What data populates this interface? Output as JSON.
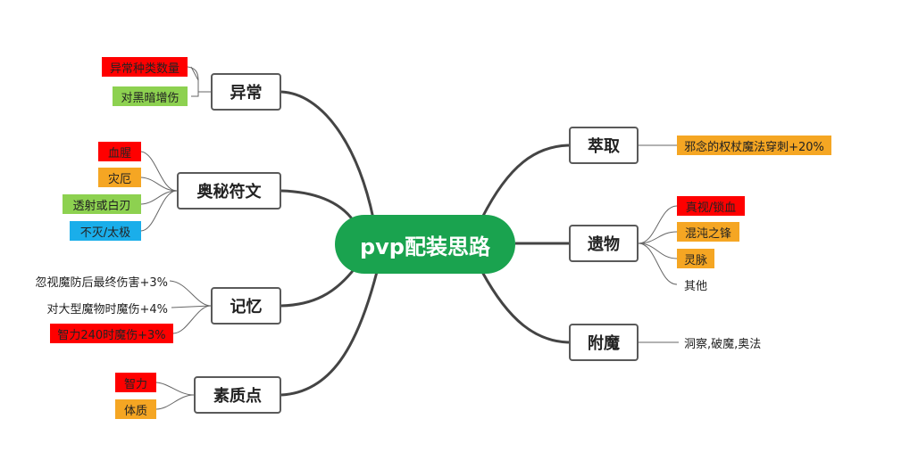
{
  "center": "pvp配装思路",
  "colors": {
    "center": "#1aa34f",
    "red": "#ff0000",
    "orange": "#f5a623",
    "green": "#8dd150",
    "blue": "#1aaeea"
  },
  "branches": {
    "yichang": {
      "title": "异常",
      "items": [
        {
          "text": "异常种类数量",
          "color": "red"
        },
        {
          "text": "对黑暗增伤",
          "color": "green"
        }
      ]
    },
    "aomi": {
      "title": "奥秘符文",
      "items": [
        {
          "text": "血腥",
          "color": "red"
        },
        {
          "text": "灾厄",
          "color": "orange"
        },
        {
          "text": "透射或白刃",
          "color": "green"
        },
        {
          "text": "不灭/太极",
          "color": "blue"
        }
      ]
    },
    "jiyi": {
      "title": "记忆",
      "items": [
        {
          "text": "忽视魔防后最终伤害+3%",
          "color": "none"
        },
        {
          "text": "对大型魔物时魔伤+4%",
          "color": "none"
        },
        {
          "text": "智力240时魔伤+3%",
          "color": "red"
        }
      ]
    },
    "suzhi": {
      "title": "素质点",
      "items": [
        {
          "text": "智力",
          "color": "red"
        },
        {
          "text": "体质",
          "color": "orange"
        }
      ]
    },
    "cuiqu": {
      "title": "萃取",
      "items": [
        {
          "text": "邪念的权杖魔法穿刺+20%",
          "color": "orange"
        }
      ]
    },
    "yiwu": {
      "title": "遗物",
      "items": [
        {
          "text": "真视/锁血",
          "color": "red"
        },
        {
          "text": "混沌之锋",
          "color": "orange"
        },
        {
          "text": "灵脉",
          "color": "orange"
        },
        {
          "text": "其他",
          "color": "none"
        }
      ]
    },
    "fumo": {
      "title": "附魔",
      "items": [
        {
          "text": "洞察,破魔,奥法",
          "color": "none"
        }
      ]
    }
  }
}
